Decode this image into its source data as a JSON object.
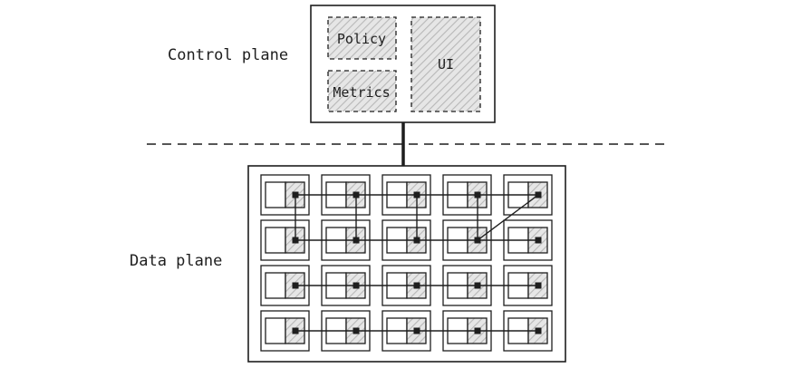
{
  "labels": {
    "control_plane": "Control plane",
    "data_plane": "Data plane",
    "policy": "Policy",
    "metrics": "Metrics",
    "ui": "UI"
  },
  "colors": {
    "stroke": "#1e1e1e",
    "hatch": "#b8b8b8",
    "background": "#ffffff"
  }
}
